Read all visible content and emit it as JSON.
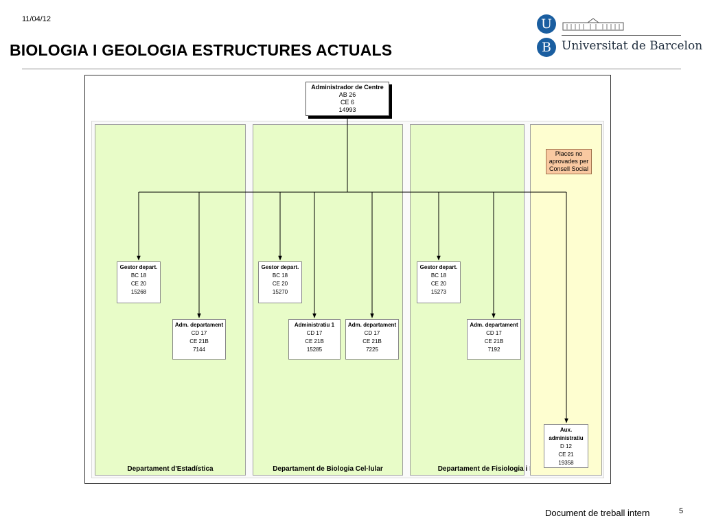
{
  "header": {
    "date": "11/04/12",
    "title": "BIOLOGIA I GEOLOGIA ESTRUCTURES ACTUALS",
    "logo_letter_top": "U",
    "logo_letter_bottom": "B",
    "logo_name": "Universitat de Barcelona"
  },
  "org_chart": {
    "root": {
      "title": "Administrador de Centre",
      "lines": [
        "AB 26",
        "CE 6",
        "14993"
      ]
    },
    "places_note": "Places no aprovades per Consell Social",
    "departments": [
      {
        "name": "Departament d'Estadística",
        "positions": [
          {
            "title": "Gestor depart.",
            "lines": [
              "BC 18",
              "CE 20",
              "15268"
            ]
          },
          {
            "title": "Adm. departament",
            "lines": [
              "CD 17",
              "CE 21B",
              "7144"
            ]
          }
        ]
      },
      {
        "name": "Departament de Biologia Cel·lular",
        "positions": [
          {
            "title": "Gestor depart.",
            "lines": [
              "BC 18",
              "CE 20",
              "15270"
            ]
          },
          {
            "title": "Administratiu 1",
            "lines": [
              "CD 17",
              "CE 21B",
              "15285"
            ]
          },
          {
            "title": "Adm. departament",
            "lines": [
              "CD 17",
              "CE 21B",
              "7225"
            ]
          }
        ]
      },
      {
        "name": "Departament de Fisiologia i Immunologia",
        "positions": [
          {
            "title": "Gestor depart.",
            "lines": [
              "BC 18",
              "CE 20",
              "15273"
            ]
          },
          {
            "title": "Adm. departament",
            "lines": [
              "CD 17",
              "CE 21B",
              "7192"
            ]
          }
        ]
      },
      {
        "name": "",
        "positions": [
          {
            "title": "Aux. administratiu",
            "lines": [
              "D 12",
              "CE 21",
              "19358"
            ]
          }
        ]
      }
    ]
  },
  "footer": {
    "text": "Document de treball intern",
    "page": "5"
  }
}
